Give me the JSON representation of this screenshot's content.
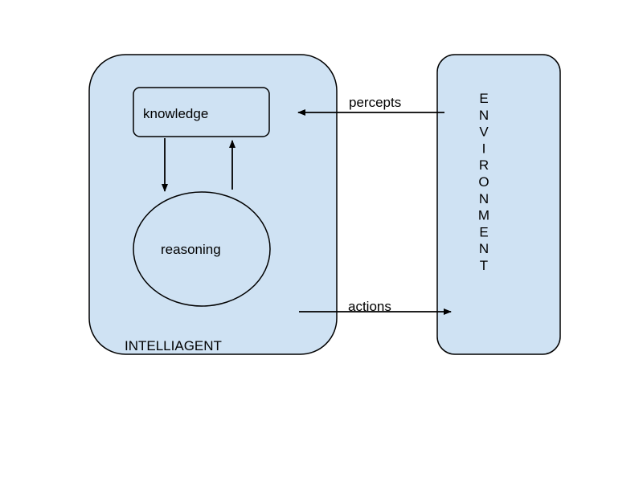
{
  "diagram": {
    "agent": {
      "label": "INTELLIAGENT"
    },
    "knowledge": {
      "label": "knowledge"
    },
    "reasoning": {
      "label": "reasoning"
    },
    "environment": {
      "letters": [
        "E",
        "N",
        "V",
        "I",
        "R",
        "O",
        "N",
        "M",
        "E",
        "N",
        "T"
      ]
    },
    "edges": {
      "percepts": {
        "label": "percepts"
      },
      "actions": {
        "label": "actions"
      }
    },
    "colors": {
      "fill": "#cfe2f3",
      "stroke": "#000000",
      "background": "#ffffff"
    }
  }
}
